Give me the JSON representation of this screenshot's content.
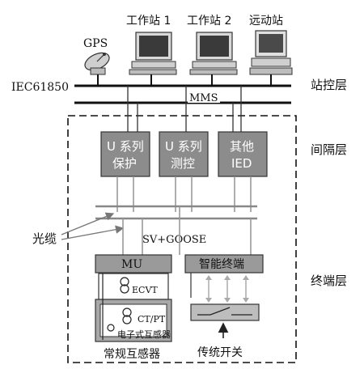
{
  "top": {
    "gps_label": "GPS",
    "workstation1_label": "工作站 1",
    "workstation2_label": "工作站 2",
    "remote_label": "远动站",
    "bus_label": "IEC61850",
    "mms_label": "MMS"
  },
  "layers": {
    "station": "站控层",
    "bay": "间隔层",
    "process": "终端层"
  },
  "bay_devices": [
    {
      "line1": "U 系列",
      "line2": "保护"
    },
    {
      "line1": "U 系列",
      "line2": "测控"
    },
    {
      "line1": "其他",
      "line2": "IED"
    }
  ],
  "process": {
    "fiber_label": "光缆",
    "sv_goose_label": "SV+GOOSE",
    "mu_label": "MU",
    "smart_terminal_label": "智能终端",
    "ecvt_label": "ECVT",
    "ctpt_label": "CT/PT",
    "electronic_transformer_label": "电子式互感器",
    "conventional_transformer_label": "常规互感器",
    "traditional_switch_label": "传统开关"
  },
  "colors": {
    "device_fill": "#8c8c8c",
    "line": "#222222",
    "arrow": "#777777"
  }
}
